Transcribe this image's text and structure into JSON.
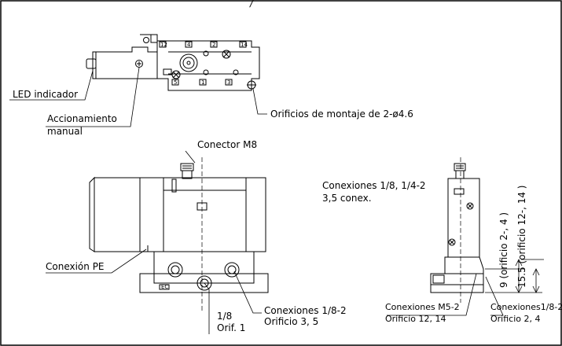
{
  "labels": {
    "led_indicator": "LED indicador",
    "manual_actuation_1": "Accionamiento",
    "manual_actuation_2": "manual",
    "mounting_holes": "Orificios de montaje de 2-ø4.6",
    "connector_m8": "Conector M8",
    "pe_connection": "Conexión PE",
    "ports_1_8_1_4_line1": "Conexiones 1/8, 1/4-2",
    "ports_1_8_1_4_line2": "3,5 conex.",
    "port_1_line1": "1/8",
    "port_1_line2": "Orif. 1",
    "ports_1_8_2_line1": "Conexiones 1/8-2",
    "ports_1_8_2_line2": "Orificio 3, 5",
    "ports_m5_line1": "Conexiones M5-2",
    "ports_m5_line2": "Orificio 12, 14",
    "ports_right_line1": "Conexiones1/8-2",
    "ports_right_line2": "Orificio 2, 4",
    "dim_9": "9 (orificio 2-, 4 )",
    "dim_15_5": "15.5 (orificio 12-, 14 )"
  },
  "port_marks": {
    "top_row": [
      "12",
      "4",
      "2",
      "14"
    ],
    "bottom_row": [
      "5",
      "1",
      "3"
    ],
    "ec": "EC"
  }
}
